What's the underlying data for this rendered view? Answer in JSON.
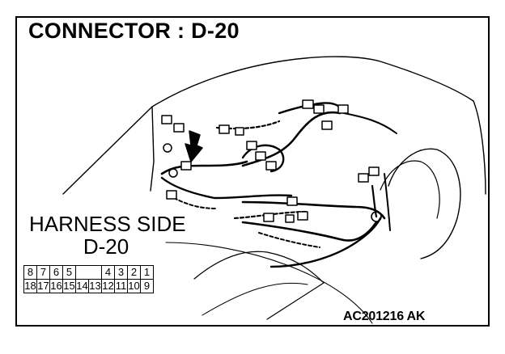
{
  "title": "CONNECTOR : D-20",
  "harness_label": {
    "line1": "HARNESS SIDE",
    "line2": "D-20"
  },
  "pinout": {
    "top_row": [
      "8",
      "7",
      "6",
      "5",
      "",
      "",
      "4",
      "3",
      "2",
      "1"
    ],
    "bottom_row": [
      "18",
      "17",
      "16",
      "15",
      "14",
      "13",
      "12",
      "11",
      "10",
      "9"
    ]
  },
  "figure_code": "AC201216 AK"
}
